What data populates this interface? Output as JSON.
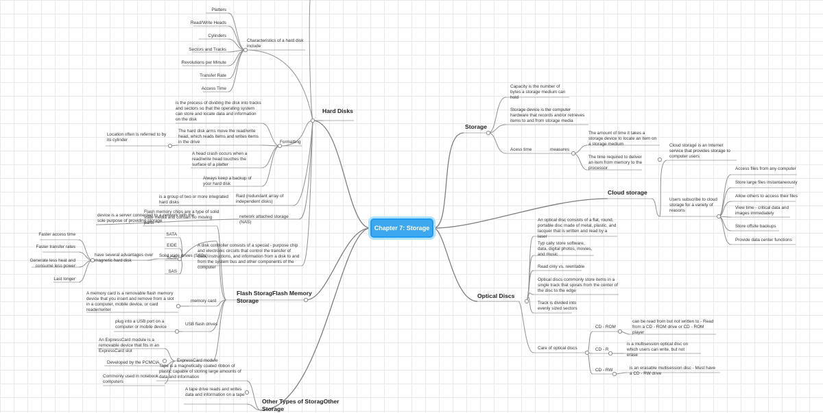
{
  "center": "Chapter 7: Storage",
  "hard_disks": {
    "title": "Hard Disks",
    "characteristics_label": "Characteristics of a hard disk include",
    "characteristics": [
      "Platters",
      "Read/Write Heads",
      "Cylinders",
      "Sectors and Tracks",
      "Revolutions per Minute",
      "Transfer Rate",
      "Access Time"
    ],
    "formatting_label": "Formatting",
    "formatting_items": [
      "is the process of dividing the disk into tracks and sectors so that the operating system can store and locate data and information on the disk",
      "The hard disk arms move the read/write head, which reads items and writes items in the drive",
      "A head crash occurs when a read/write head touches the surface of a platter",
      "Always keep a backup of your hard disk"
    ],
    "cylinder_note": "Location often is referred to by its cylinder",
    "raid_label": "Raid (redundant array of independent disks)",
    "raid_desc": "is a group of two or more integrated hard disks",
    "nas_label": "network attached storage (NAS)",
    "nas_desc": "device is a server connected to a network with the sole purpose of providing storage",
    "controller_text": "A disk controller consists of a special - purpose chip and electronic circuits that control the transfer of data, instructions, and information from a disk to and from the system bus and other components of the computer",
    "interfaces": [
      "SATA",
      "EIDE",
      "SCSI",
      "SAS"
    ]
  },
  "flash": {
    "title": "Flash StoragFlash Memory Storage",
    "ssd_desc": "Flash memory chips are a type of solid state media and contain no moving parts",
    "ssd_label": "Solid state drives (SSDs)",
    "ssd_advantage_label": "have several advantages over magnetic hard disk",
    "advantages": [
      "Faster access time",
      "Faster transfer rates",
      "Generate less heat and consume less power",
      "Last longer"
    ],
    "memory_card_label": "memory card",
    "memory_card_desc": "A memory card is a removable flash memory device that you insert and remove from a slot in a computer, mobile device, or card reader/writer",
    "usb_label": "USB flash drives",
    "usb_desc": "plug into a USB port on a computer or mobile device",
    "expresscard_label": "ExpressCard module",
    "expresscard_items": [
      "An ExpressCard module is a removable device that fits in an ExpressCard slot",
      "Developed by the PCMCIA",
      "Commonly used in notebook computers"
    ]
  },
  "other": {
    "title": "Other Types of StoragOther Storage",
    "tape_desc": "Tape is a magnetically coated ribbon of plastic capable of storing large amounts of data and information",
    "tape_drive": "A tape drive reads and writes data and information on a tape"
  },
  "storage": {
    "title": "Storage",
    "items": [
      "Capacity is the number of bytes a storage medium can hold",
      "Storage device is the computer hardware that records and/or retrieves items to and from storage media"
    ],
    "access_time_label": "Acess time",
    "measures_label": "measures",
    "measures": [
      "The amount of time it takes a storage device to locate an item on a storage medium",
      "The time required to deliver an item from memory to the processor"
    ]
  },
  "cloud": {
    "title": "Cloud storage",
    "desc": "Cloud storage is an Internet service that provides storage to computer users",
    "reasons_label": "Users subscribe to cloud storage for a variety of reasons",
    "reasons": [
      "Access files from any computer",
      "Store large files instantaneously",
      "Allow others to access their files",
      "View time - critical data and images immediately",
      "Store offsite backups",
      "Provide data center functions"
    ]
  },
  "optical": {
    "title": "Optical Discs",
    "items": [
      "An optical disc consists of a flat, round, portable disc made of metal, plastic, and lacquer that is written and read by a laser",
      "Typ cally store software, data, digital photos, movies, and music",
      "Read only vs. rewritable",
      "Optical discs commonly store items in a single track that spirals from the center of the disc to the edge",
      "Track is divided into evenly sized sectors"
    ],
    "care_label": "Care of optical discs",
    "types": [
      {
        "name": "CD - ROM",
        "desc": "can be read from but not written to - Read from a CD - ROM drive or CD - ROM player"
      },
      {
        "name": "CD - R",
        "desc": "is a multisession optical disc on which users can write, but not erase"
      },
      {
        "name": "CD - RW",
        "desc": "is an erasable multisession disc - Must have a CD - RW drive"
      }
    ]
  }
}
